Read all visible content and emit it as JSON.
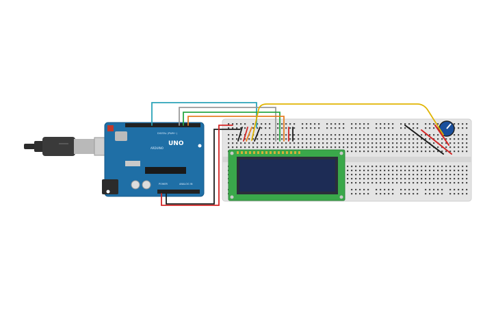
{
  "board": {
    "logo_text": "UNO",
    "brand_text": "ARDUINO",
    "digital_header": "DIGITAL (PWM~)",
    "power_header": "POWER",
    "analog_header": "ANALOG IN"
  },
  "colors": {
    "board": "#1f6fa6",
    "board_dark": "#165a8a",
    "breadboard": "#e3e3e3",
    "lcd_pcb": "#3aa84a",
    "lcd_screen": "#1d2c55",
    "pot_knob": "#1a4f9c",
    "usb_body": "#333333",
    "wire_red": "#d32424",
    "wire_black": "#1a1a1a",
    "wire_yellow": "#e0b400",
    "wire_orange": "#e67e22",
    "wire_green": "#27a844",
    "wire_teal": "#2aa3b8",
    "wire_gray": "#9a9a9a"
  },
  "icons": {
    "usb": "usb-cable-icon",
    "pot": "potentiometer-icon"
  }
}
